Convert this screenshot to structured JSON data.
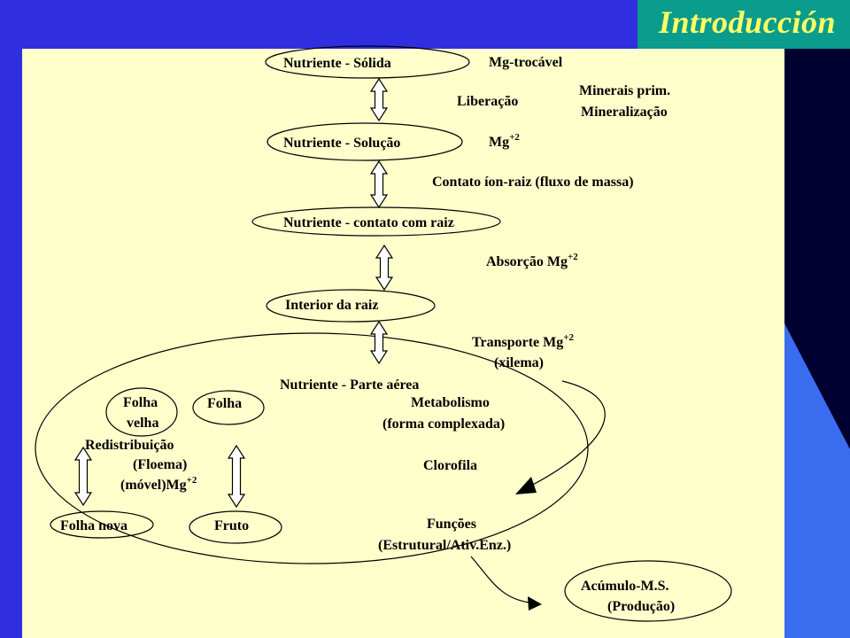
{
  "title": "Introducción",
  "nodes": {
    "solid": "Nutriente - Sólida",
    "solution": "Nutriente - Solução",
    "contact": "Nutriente - contato com raiz",
    "root_interior": "Interior da raiz",
    "aerial": "Nutriente - Parte aérea",
    "old_leaf_line1": "Folha",
    "old_leaf_line2": "velha",
    "leaf": "Folha",
    "new_leaf": "Folha nova",
    "fruit": "Fruto",
    "accumulation_line1": "Acúmulo-M.S.",
    "accumulation_line2": "(Produção)"
  },
  "labels": {
    "mg_exchangeable": "Mg-trocável",
    "release": "Liberação",
    "primary_minerals": "Minerais prim.",
    "mineralization": "Mineralização",
    "mg_solution": "Mg",
    "mg_solution_sup": "+2",
    "ion_root_contact": "Contato íon-raiz  (fluxo de massa)",
    "absorption": "Absorção  Mg",
    "absorption_sup": "+2",
    "transport": "Transporte  Mg",
    "transport_sup": "+2",
    "xylem": "(xilema)",
    "metabolism": "Metabolismo",
    "complexed_form": "(forma complexada)",
    "redistribution": "Redistribuição",
    "phloem": "(Floema)",
    "mobile_mg": "(móvel)Mg",
    "mobile_mg_sup": "+2",
    "chlorophyll": "Clorofila",
    "functions": "Funções",
    "structural_enz": "(Estrutural/Ativ.Enz.)"
  }
}
